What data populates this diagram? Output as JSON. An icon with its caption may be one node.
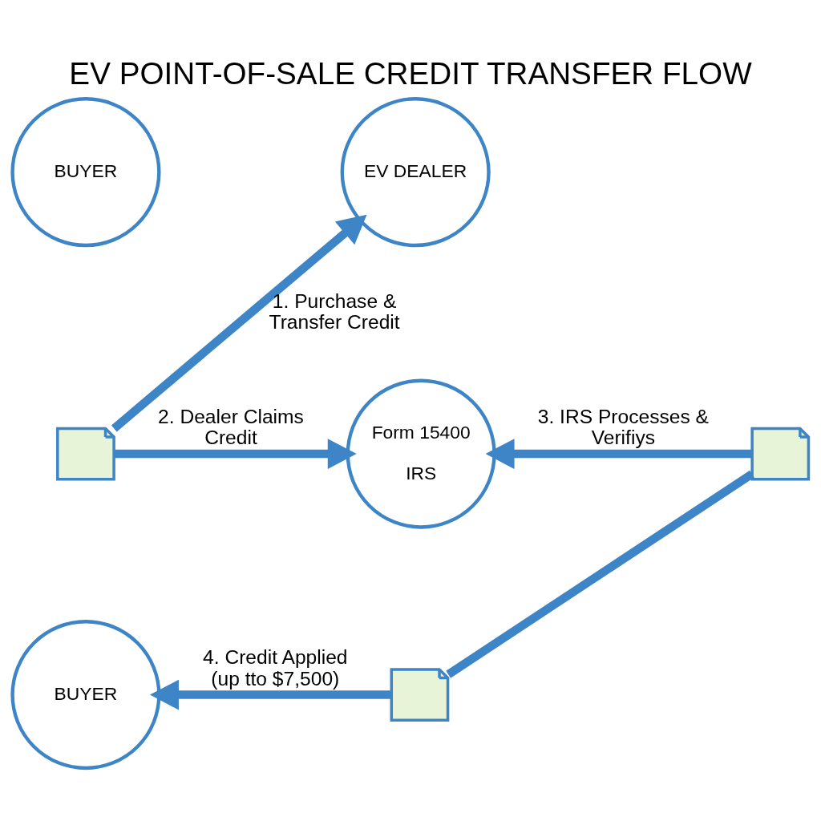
{
  "diagram": {
    "title": "EV POINT-OF-SALE CREDIT TRANSFER FLOW",
    "nodes": [
      {
        "text": [
          "BUYER"
        ]
      },
      {
        "text": [
          "EV DEALER"
        ]
      },
      {
        "text": [],
        "shape": "picture"
      },
      {
        "text": [
          "Form 15400",
          "IRS"
        ]
      },
      {
        "text": [],
        "shape": "picture"
      },
      {
        "text": [
          "BUYER"
        ]
      },
      {
        "text": [],
        "shape": "picture"
      }
    ],
    "edges": [
      {
        "from": 2,
        "to": 1,
        "arrow": "to",
        "label": "1. Purchase & Transfer Credit"
      },
      {
        "from": 2,
        "to": 3,
        "arrow": "to",
        "label": "2. Dealer Claims Credit"
      },
      {
        "from": 4,
        "to": 3,
        "arrow": "to",
        "label": "3. IRS Processes & Verifiys"
      },
      {
        "from": 4,
        "to": 6,
        "arrow": "none"
      },
      {
        "from": 6,
        "to": 5,
        "arrow": "to",
        "label": "4. Credit Applied (up tto $7,500)"
      }
    ]
  }
}
